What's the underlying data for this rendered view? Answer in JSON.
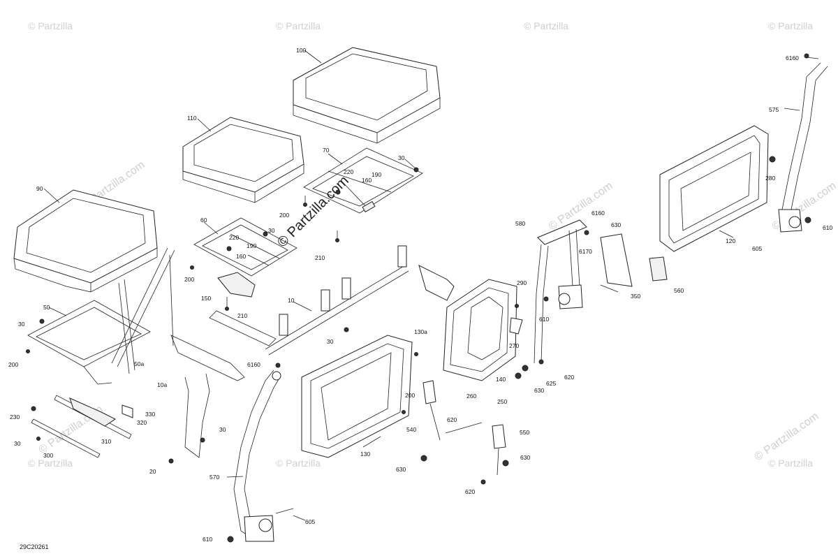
{
  "diagram": {
    "drawing_id": "29C20261",
    "watermarks": {
      "corner": "© Partzilla",
      "diagonal": "© Partzilla.com"
    },
    "callouts": {
      "c100": "100",
      "c110": "110",
      "c90": "90",
      "c70": "70",
      "c30a": "30",
      "c220a": "220",
      "c190a": "190",
      "c160a": "160",
      "c200a": "200",
      "c60": "60",
      "c220b": "220",
      "c30b": "30",
      "c190b": "190",
      "c160b": "160",
      "c200b": "200",
      "c210a": "210",
      "c150": "150",
      "c210b": "210",
      "c50": "50",
      "c30c": "30",
      "c200c": "200",
      "c50a": "50a",
      "c10": "10",
      "c30d": "30",
      "c6160a": "6160",
      "c10a": "10a",
      "c230": "230",
      "c330": "330",
      "c320": "320",
      "c310": "310",
      "c30e": "30",
      "c300": "300",
      "c30f": "30",
      "c20": "20",
      "c570": "570",
      "c605a": "605",
      "c610a": "610",
      "c130a": "130a",
      "c200d": "200",
      "c130": "130",
      "c140": "140",
      "c290": "290",
      "c270": "270",
      "c260": "260",
      "c250": "250",
      "c540": "540",
      "c620a": "620",
      "c630a": "630",
      "c550": "550",
      "c630b": "630",
      "c620b": "620",
      "c580": "580",
      "c6160b": "6160",
      "c630c": "630",
      "c6170": "6170",
      "c610b": "610",
      "c620c": "620",
      "c625": "625",
      "c630d": "630",
      "c350": "350",
      "c560": "560",
      "c120": "120",
      "c280": "280",
      "c6160c": "6160",
      "c575": "575",
      "c610c": "610",
      "c605b": "605"
    }
  }
}
